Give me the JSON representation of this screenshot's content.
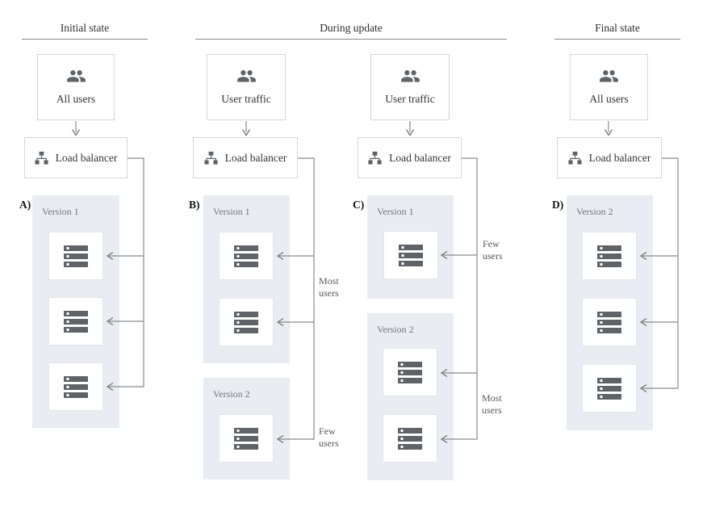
{
  "theme": {
    "group_bg": "#e9edf1",
    "line_color": "#8c8c8c",
    "icon_color": "#5f6368",
    "text_dark": "#2f2f2f",
    "text_gray": "#72767a"
  },
  "icons": {
    "users": "people-icon",
    "load_balancer": "tree-hierarchy-icon",
    "server": "server-rack-icon"
  },
  "headers": [
    {
      "label": "Initial state"
    },
    {
      "label": "During update"
    },
    {
      "label": "Final state"
    }
  ],
  "panels": {
    "a": {
      "label": "A)",
      "source": "All users",
      "load_balancer": "Load balancer",
      "groups": [
        {
          "name": "Version 1",
          "servers": 3
        }
      ]
    },
    "b": {
      "label": "B)",
      "source": "User traffic",
      "load_balancer": "Load balancer",
      "groups": [
        {
          "name": "Version 1",
          "servers": 2
        },
        {
          "name": "Version 2",
          "servers": 1
        }
      ],
      "traffic": {
        "version1": "Most users",
        "version2": "Few users"
      }
    },
    "c": {
      "label": "C)",
      "source": "User traffic",
      "load_balancer": "Load balancer",
      "groups": [
        {
          "name": "Version 1",
          "servers": 1
        },
        {
          "name": "Version 2",
          "servers": 2
        }
      ],
      "traffic": {
        "version1": "Few users",
        "version2": "Most users"
      }
    },
    "d": {
      "label": "D)",
      "source": "All users",
      "load_balancer": "Load balancer",
      "groups": [
        {
          "name": "Version 2",
          "servers": 3
        }
      ]
    }
  }
}
